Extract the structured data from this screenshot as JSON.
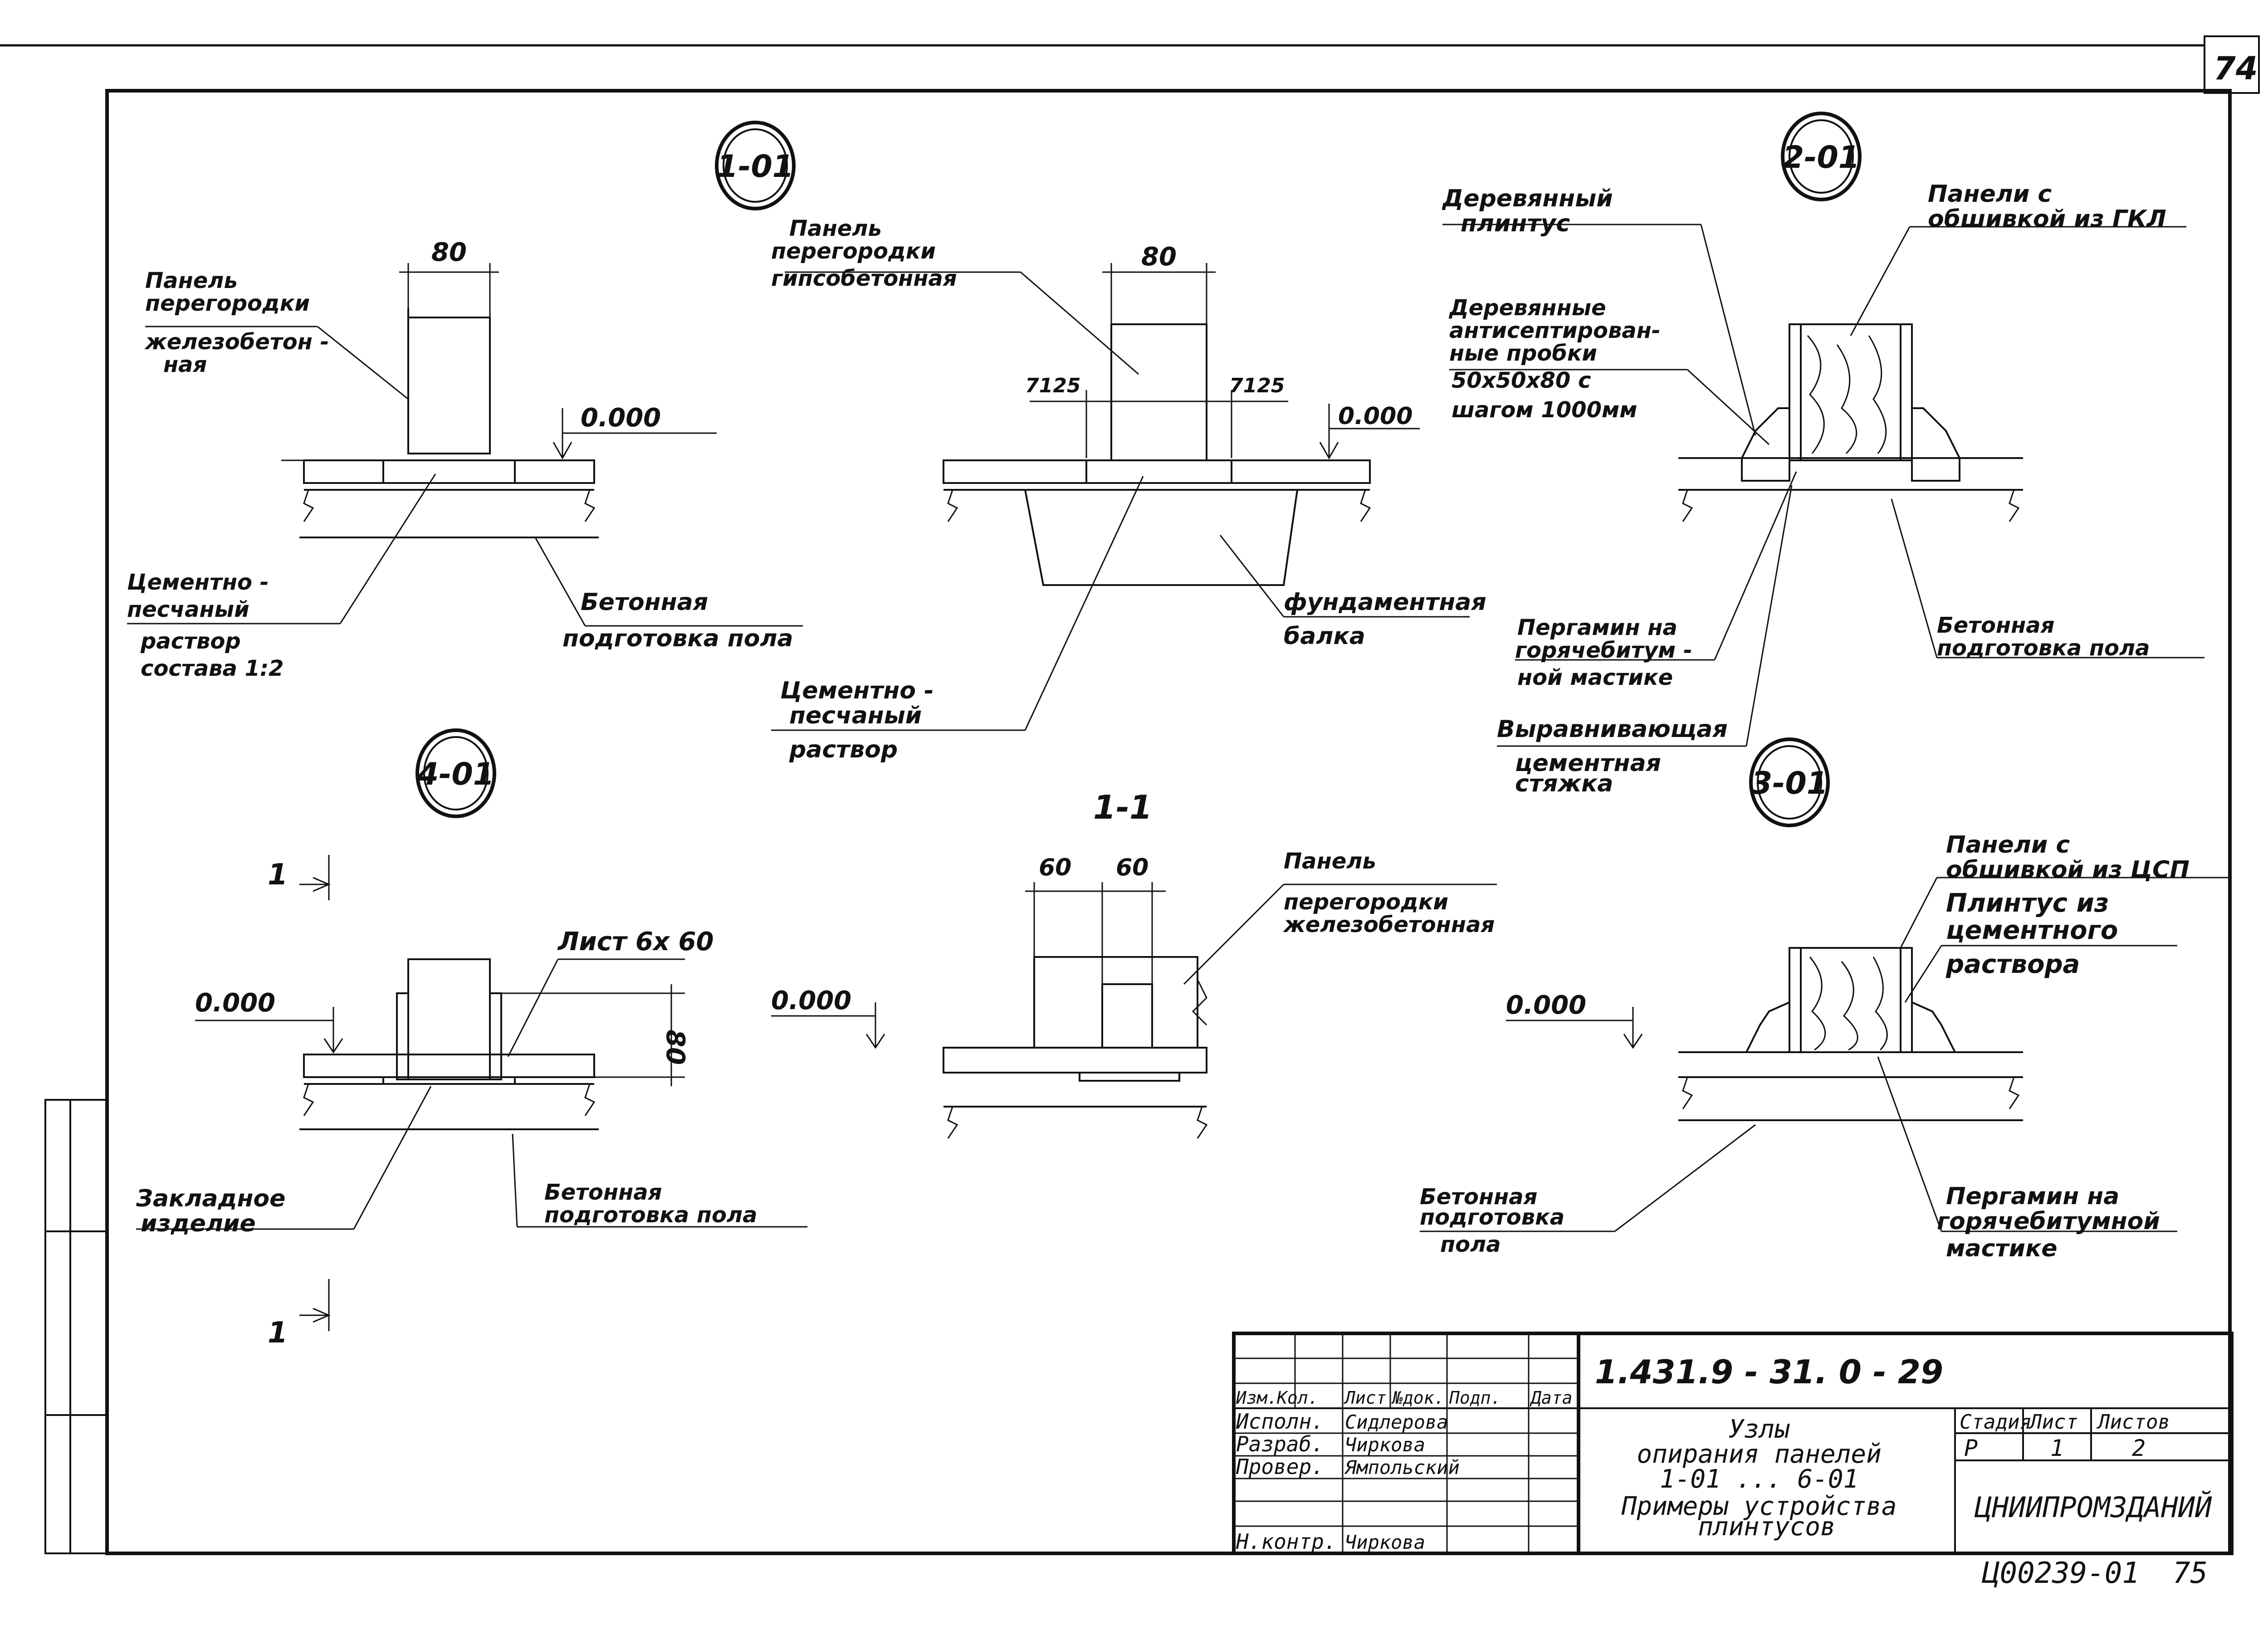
{
  "sheet": {
    "page_number": "74",
    "archive_number": "Ц00239-01",
    "archive_page": "75"
  },
  "node_labels": [
    "1-01",
    "2-01",
    "3-01",
    "4-01"
  ],
  "section_label": "1-1",
  "section_mark": "1",
  "dims": {
    "d80": "80",
    "d60": "60",
    "d7125": "7125",
    "level": "0.000",
    "sheet_plate": "Лист 6х 60"
  },
  "labels": {
    "n101_panel": [
      "Панель",
      "перегородки",
      "железобетон -",
      "ная"
    ],
    "n101_mortar": [
      "Цементно -",
      "песчаный",
      "раствор",
      "состава 1:2"
    ],
    "n101_concrete": [
      "Бетонная",
      "подготовка пола"
    ],
    "n201_wood_plinth": [
      "Деревянный",
      "плинтус"
    ],
    "n201_panels": [
      "Панели с",
      "обшивкой из ГКЛ"
    ],
    "n201_plugs": [
      "Деревянные",
      "антисептирован-",
      "ные пробки",
      "50х50х80 с",
      "шагом 1000мм"
    ],
    "n201_pergamin": [
      "Пергамин на",
      "горячебитум -",
      "ной мастике"
    ],
    "n201_screed": [
      "Выравнивающая",
      "цементная",
      "стяжка"
    ],
    "n201_concrete": [
      "Бетонная",
      "подготовка пола"
    ],
    "mid_panel": [
      "Панель",
      "перегородки",
      "гипсобетонная"
    ],
    "mid_beam": [
      "фундаментная",
      "балка"
    ],
    "mid_mortar": [
      "Цементно -",
      "песчаный",
      "раствор"
    ],
    "n401_embedded": [
      "Закладное",
      "изделие"
    ],
    "n401_concrete": [
      "Бетонная",
      "подготовка пола"
    ],
    "s11_panel": [
      "Панель",
      "перегородки",
      "железобетонная"
    ],
    "n301_panels": [
      "Панели с",
      "обшивкой из ЦСП"
    ],
    "n301_plinth": [
      "Плинтус из",
      "цементного",
      "раствора"
    ],
    "n301_concrete": [
      "Бетонная",
      "подготовка",
      "пола"
    ],
    "n301_pergamin": [
      "Пергамин на",
      "горячебитумной",
      "мастике"
    ]
  },
  "title_block": {
    "code": "1.431.9 - 31. 0 - 29",
    "headers": [
      "Изм.",
      "Кол.",
      "Лист",
      "№док.",
      "Подп.",
      "Дата"
    ],
    "roles": [
      "Исполн.",
      "Разраб.",
      "Провер.",
      "Н.контр."
    ],
    "names": [
      "Сидлерова",
      "Чиркова",
      "Ямпольский",
      "Чиркова"
    ],
    "title": [
      "Узлы",
      "опирания панелей",
      "1-01 ... 6-01",
      "Примеры устройства",
      "плинтусов"
    ],
    "stage_headers": [
      "Стадия",
      "Лист",
      "Листов"
    ],
    "stage_values": [
      "Р",
      "1",
      "2"
    ],
    "organization": "ЦНИИПРОМЗДАНИЙ"
  }
}
